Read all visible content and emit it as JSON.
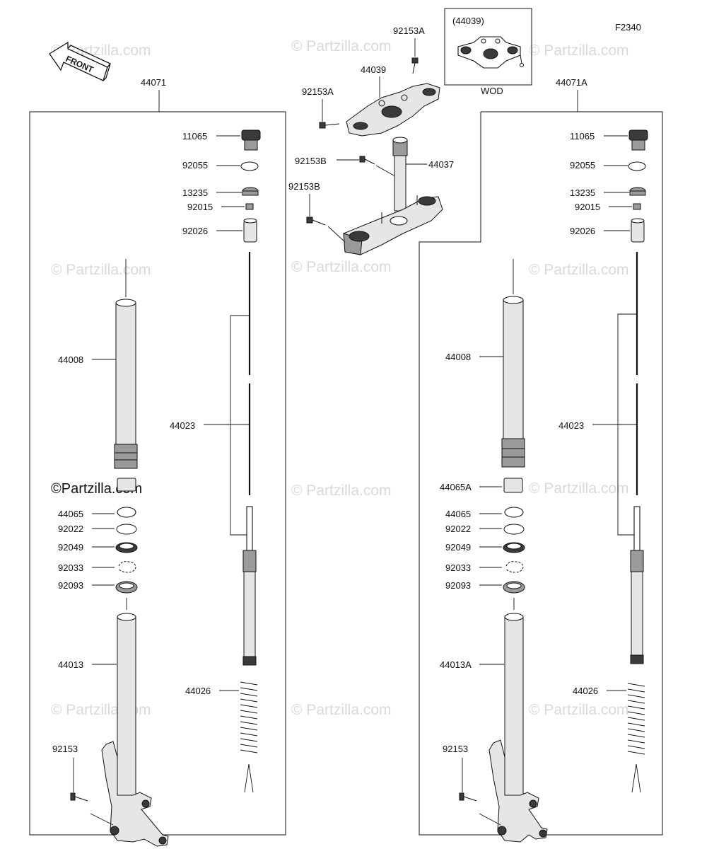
{
  "diagram_code": "F2340",
  "front_label": "FRONT",
  "watermark": "© Partzilla.com",
  "overlap_watermark": "©Partzilla.com",
  "inset": {
    "ref": "(44039)",
    "caption": "WOD"
  },
  "left_assembly": {
    "label": "44071",
    "parts": {
      "cap_bolt": "11065",
      "o_ring": "92055",
      "nut": "13235",
      "small_nut": "92015",
      "collar": "92026",
      "outer_tube": "44008",
      "damper_rod": "44023",
      "guide_bushing": "44065",
      "washer": "92022",
      "oil_seal": "92049",
      "circlip": "92033",
      "dust_seal": "92093",
      "inner_tube": "44013",
      "spring": "44026",
      "bolt": "92153"
    }
  },
  "right_assembly": {
    "label": "44071A",
    "parts": {
      "cap_bolt": "11065",
      "o_ring": "92055",
      "nut": "13235",
      "small_nut": "92015",
      "collar": "92026",
      "outer_tube": "44008",
      "damper_rod": "44023",
      "upper_bushing": "44065A",
      "guide_bushing": "44065",
      "washer": "92022",
      "oil_seal": "92049",
      "circlip": "92033",
      "dust_seal": "92093",
      "inner_tube": "44013A",
      "spring": "44026",
      "bolt": "92153"
    }
  },
  "center": {
    "bolt_top": "92153A",
    "bolt_top_left": "92153A",
    "upper_bracket": "44039",
    "stem_bolt": "92153B",
    "steering_stem": "44037",
    "lower_bolt": "92153B"
  }
}
